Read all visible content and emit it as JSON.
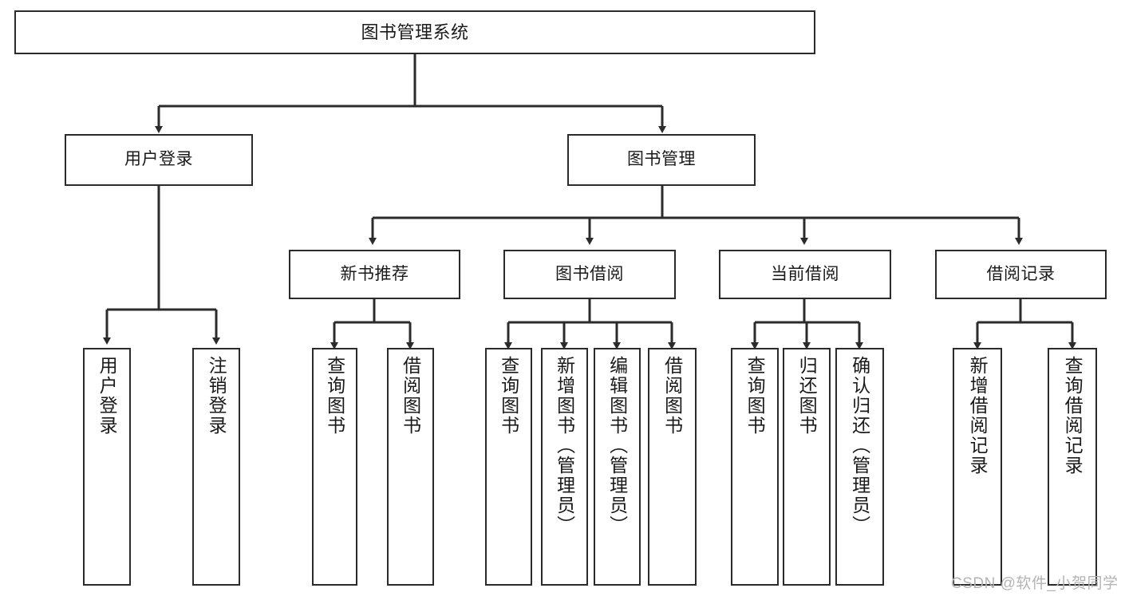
{
  "diagram": {
    "title": "图书管理系统",
    "watermark": "CSDN @软件_小贺同学",
    "colors": {
      "stroke": "#2b2b2b",
      "fill": "#ffffff",
      "text": "#1a1a1a",
      "watermark": "#b4b4b4"
    },
    "root": {
      "label": "图书管理系统"
    },
    "level2": [
      {
        "label": "用户登录"
      },
      {
        "label": "图书管理"
      }
    ],
    "level3": [
      {
        "label": "新书推荐"
      },
      {
        "label": "图书借阅"
      },
      {
        "label": "当前借阅"
      },
      {
        "label": "借阅记录"
      }
    ],
    "leaves": {
      "user_login": [
        {
          "label": "用户登录"
        },
        {
          "label": "注销登录"
        }
      ],
      "new_book_recommend": [
        {
          "label": "查询图书"
        },
        {
          "label": "借阅图书"
        }
      ],
      "book_borrow": [
        {
          "label": "查询图书"
        },
        {
          "label": "新增图书（管理员）"
        },
        {
          "label": "编辑图书（管理员）"
        },
        {
          "label": "借阅图书"
        }
      ],
      "current_borrow": [
        {
          "label": "查询图书"
        },
        {
          "label": "归还图书"
        },
        {
          "label": "确认归还（管理员）"
        }
      ],
      "borrow_records": [
        {
          "label": "新增借阅记录"
        },
        {
          "label": "查询借阅记录"
        }
      ]
    }
  }
}
